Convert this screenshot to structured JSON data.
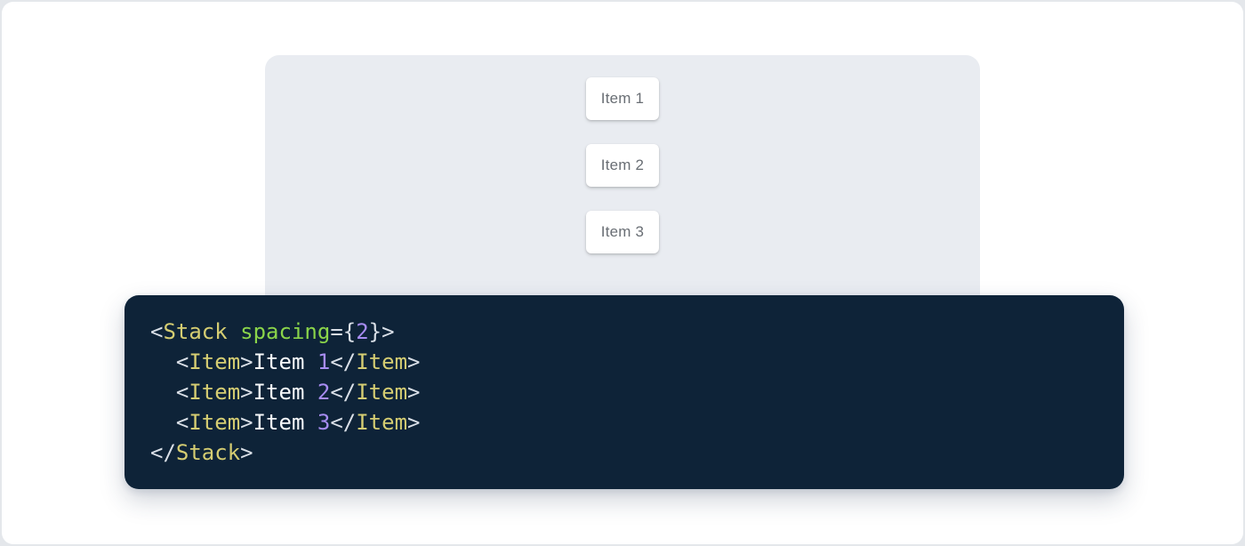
{
  "preview": {
    "items": [
      {
        "label": "Item 1"
      },
      {
        "label": "Item 2"
      },
      {
        "label": "Item 3"
      }
    ]
  },
  "code": {
    "lines": [
      [
        {
          "t": "<",
          "c": "punc"
        },
        {
          "t": "Stack",
          "c": "tag"
        },
        {
          "t": " ",
          "c": "plain"
        },
        {
          "t": "spacing",
          "c": "attr"
        },
        {
          "t": "=",
          "c": "punc"
        },
        {
          "t": "{",
          "c": "punc"
        },
        {
          "t": "2",
          "c": "num"
        },
        {
          "t": "}",
          "c": "punc"
        },
        {
          "t": ">",
          "c": "punc"
        }
      ],
      [
        {
          "t": "  ",
          "c": "plain"
        },
        {
          "t": "<",
          "c": "punc"
        },
        {
          "t": "Item",
          "c": "tag"
        },
        {
          "t": ">",
          "c": "punc"
        },
        {
          "t": "Item ",
          "c": "plain"
        },
        {
          "t": "1",
          "c": "num"
        },
        {
          "t": "</",
          "c": "punc"
        },
        {
          "t": "Item",
          "c": "tag"
        },
        {
          "t": ">",
          "c": "punc"
        }
      ],
      [
        {
          "t": "  ",
          "c": "plain"
        },
        {
          "t": "<",
          "c": "punc"
        },
        {
          "t": "Item",
          "c": "tag"
        },
        {
          "t": ">",
          "c": "punc"
        },
        {
          "t": "Item ",
          "c": "plain"
        },
        {
          "t": "2",
          "c": "num"
        },
        {
          "t": "</",
          "c": "punc"
        },
        {
          "t": "Item",
          "c": "tag"
        },
        {
          "t": ">",
          "c": "punc"
        }
      ],
      [
        {
          "t": "  ",
          "c": "plain"
        },
        {
          "t": "<",
          "c": "punc"
        },
        {
          "t": "Item",
          "c": "tag"
        },
        {
          "t": ">",
          "c": "punc"
        },
        {
          "t": "Item ",
          "c": "plain"
        },
        {
          "t": "3",
          "c": "num"
        },
        {
          "t": "</",
          "c": "punc"
        },
        {
          "t": "Item",
          "c": "tag"
        },
        {
          "t": ">",
          "c": "punc"
        }
      ],
      [
        {
          "t": "</",
          "c": "punc"
        },
        {
          "t": "Stack",
          "c": "tag"
        },
        {
          "t": ">",
          "c": "punc"
        }
      ]
    ]
  },
  "colors": {
    "page_bg": "#e4e7eb",
    "card_bg": "#ffffff",
    "panel_bg": "#e9ecf1",
    "item_bg": "#ffffff",
    "item_text": "#696e74",
    "code_bg": "#0e2338",
    "syntax": {
      "punc": "#d9dfe7",
      "tag": "#d5cd72",
      "attr": "#8ad44a",
      "num": "#a78cf2",
      "plain": "#f6f8fa"
    }
  }
}
